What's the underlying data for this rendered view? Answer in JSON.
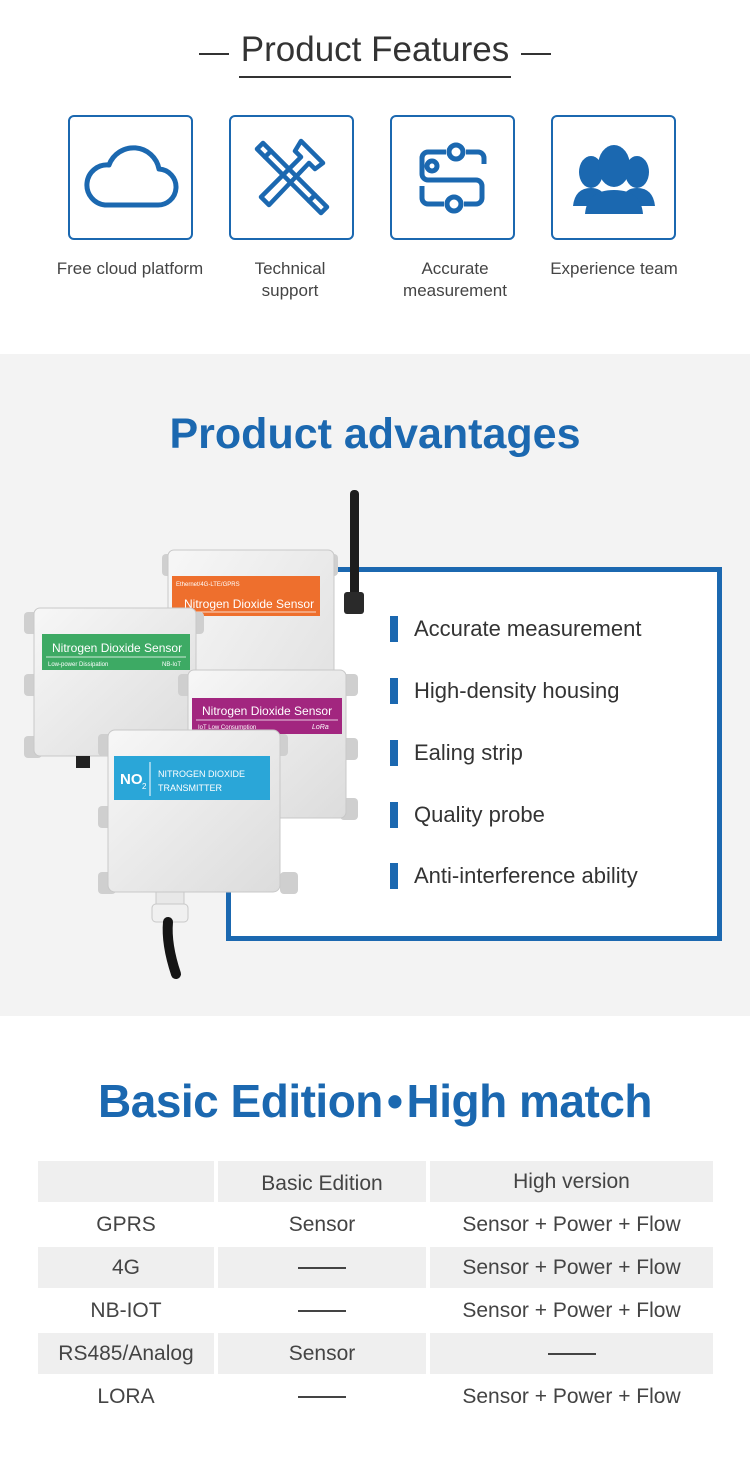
{
  "features": {
    "title": "Product Features",
    "items": [
      {
        "icon": "cloud-icon",
        "label": "Free cloud platform"
      },
      {
        "icon": "tools-icon",
        "label": "Technical\nsupport"
      },
      {
        "icon": "circuit-icon",
        "label": "Accurate\nmeasurement"
      },
      {
        "icon": "team-icon",
        "label": "Experience team"
      }
    ]
  },
  "advantages": {
    "title": "Product advantages",
    "items": [
      "Accurate measurement",
      "High-density housing",
      "Ealing strip",
      "Quality probe",
      "Anti-interference ability"
    ],
    "devices": {
      "orange": {
        "top_text": "Ethernet/4G-LTE/GPRS",
        "label": "Nitrogen Dioxide Sensor"
      },
      "green": {
        "label": "Nitrogen Dioxide Sensor",
        "sub_left": "Low-power Dissipation",
        "sub_right": "NB-IoT"
      },
      "purple": {
        "label": "Nitrogen Dioxide Sensor",
        "sub_left": "IoT Low Consumption",
        "sub_right": "LoRa"
      },
      "blue": {
        "formula": "NO",
        "formula_sub": "2",
        "line1": "NITROGEN DIOXIDE",
        "line2": "TRANSMITTER"
      }
    },
    "colors": {
      "accent": "#1b68b0",
      "orange": "#ee6f2d",
      "green": "#3daa64",
      "purple": "#a2267f",
      "cyan": "#2aa6d8"
    }
  },
  "editions": {
    "title_left": "Basic Edition",
    "title_dot": "•",
    "title_right": "High match",
    "header": [
      "",
      "Basic Edition",
      "High version"
    ],
    "rows": [
      [
        "GPRS",
        "Sensor",
        "Sensor + Power + Flow"
      ],
      [
        "4G",
        "",
        "Sensor + Power + Flow"
      ],
      [
        "NB-IOT",
        "",
        "Sensor + Power + Flow"
      ],
      [
        "RS485/Analog",
        "Sensor",
        ""
      ],
      [
        "LORA",
        "",
        "Sensor + Power + Flow"
      ]
    ]
  }
}
